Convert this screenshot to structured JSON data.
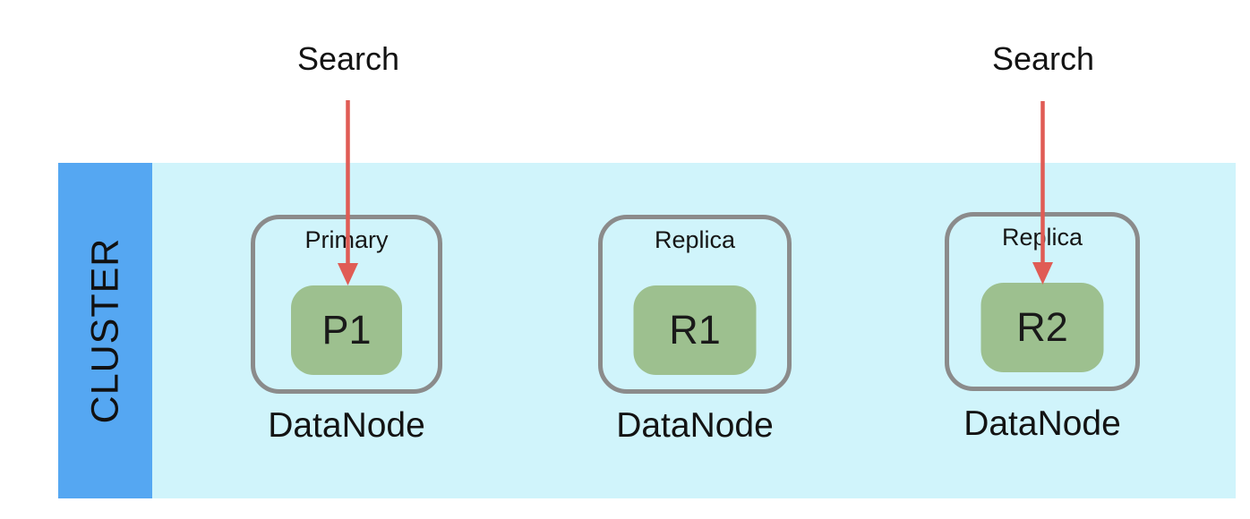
{
  "cluster": {
    "label": "CLUSTER",
    "nodes": [
      {
        "role": "Primary",
        "shard": "P1",
        "type_label": "DataNode"
      },
      {
        "role": "Replica",
        "shard": "R1",
        "type_label": "DataNode"
      },
      {
        "role": "Replica",
        "shard": "R2",
        "type_label": "DataNode"
      }
    ]
  },
  "annotations": {
    "search_left": "Search",
    "search_right": "Search"
  },
  "colors": {
    "cluster_bar": "#55a7f2",
    "cluster_band": "#d0f4fb",
    "shard_fill": "#9dc08f",
    "node_border": "#8b8b8b",
    "arrow": "#e05c55",
    "text": "#151515"
  }
}
